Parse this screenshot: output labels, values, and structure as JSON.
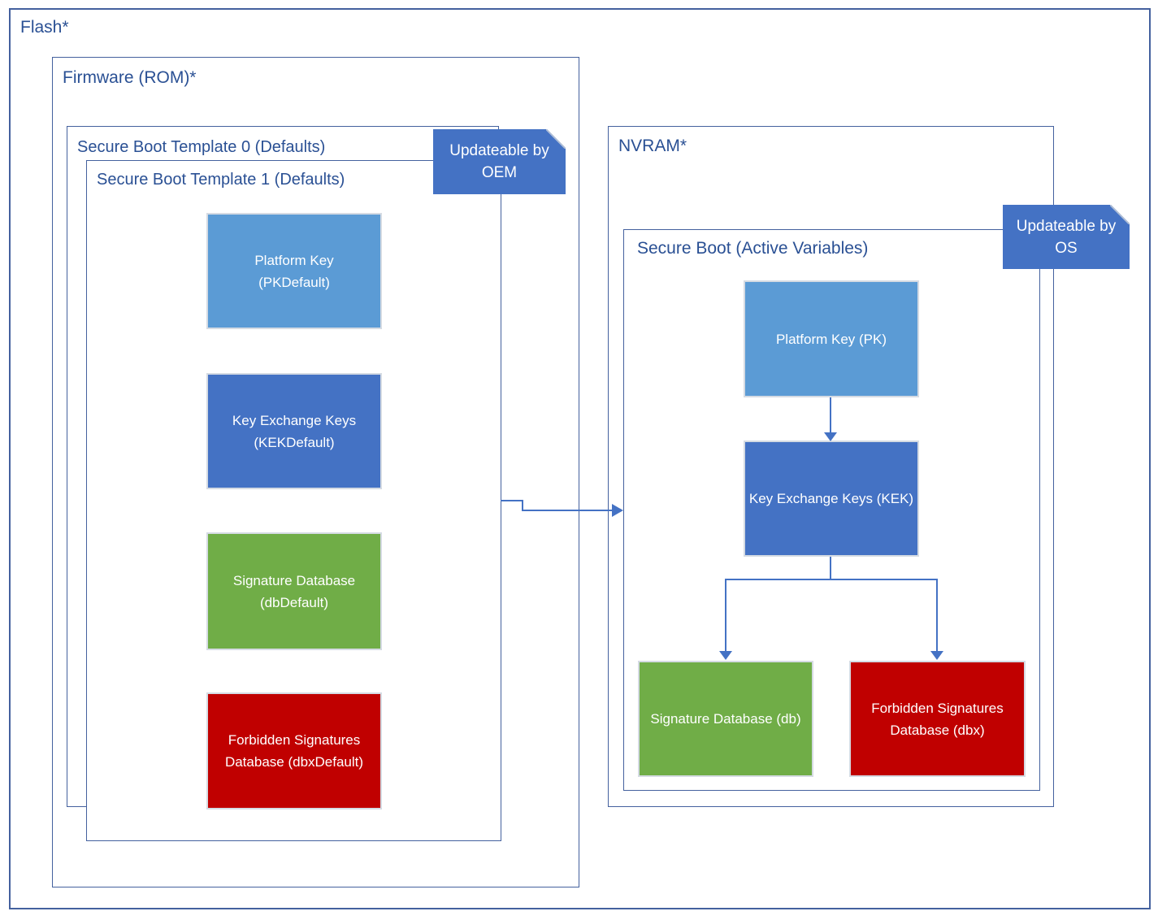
{
  "containers": {
    "flash_label": "Flash*",
    "firmware_label": "Firmware (ROM)*",
    "template0_label": "Secure Boot Template 0 (Defaults)",
    "template1_label": "Secure Boot Template 1 (Defaults)",
    "nvram_label": "NVRAM*",
    "secure_boot_active_label": "Secure Boot (Active Variables)"
  },
  "notes": {
    "oem": "Updateable by OEM",
    "os": "Updateable by OS"
  },
  "firmware_template_boxes": [
    {
      "name": "platform-key-default",
      "lines": [
        "Platform Key",
        "(PKDefault)"
      ],
      "color": "#5B9BD5"
    },
    {
      "name": "key-exchange-keys-default",
      "lines": [
        "Key Exchange Keys",
        "(KEKDefault)"
      ],
      "color": "#4472C4"
    },
    {
      "name": "signature-database-default",
      "lines": [
        "Signature Database",
        "(dbDefault)"
      ],
      "color": "#70AD47"
    },
    {
      "name": "forbidden-signatures-database-default",
      "lines": [
        "Forbidden Signatures",
        "Database (dbxDefault)"
      ],
      "color": "#C00000"
    }
  ],
  "nvram_active_boxes": [
    {
      "name": "platform-key",
      "lines": [
        "Platform Key (PK)"
      ],
      "color": "#5B9BD5"
    },
    {
      "name": "key-exchange-keys",
      "lines": [
        "Key Exchange Keys (KEK)"
      ],
      "color": "#4472C4"
    },
    {
      "name": "signature-database",
      "lines": [
        "Signature Database (db)"
      ],
      "color": "#70AD47"
    },
    {
      "name": "forbidden-signatures-database",
      "lines": [
        "Forbidden Signatures",
        "Database (dbx)"
      ],
      "color": "#C00000"
    }
  ],
  "colors": {
    "frame_border": "#44619E",
    "heading_text": "#2A5094",
    "connector": "#4472C4",
    "note_fill": "#4472C4"
  }
}
